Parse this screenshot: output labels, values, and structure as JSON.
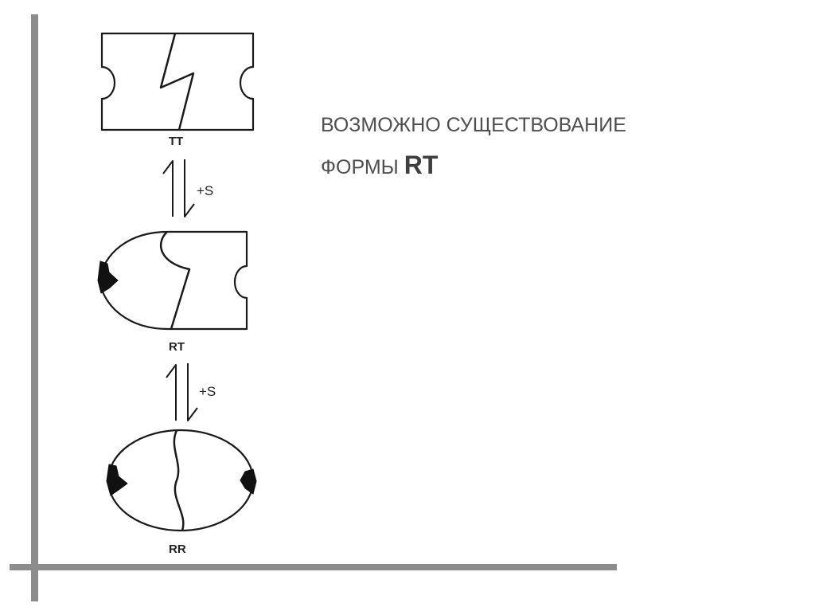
{
  "diagram": {
    "states": [
      {
        "id": "tt",
        "label": "TT"
      },
      {
        "id": "rt",
        "label": "RT"
      },
      {
        "id": "rr",
        "label": "RR"
      }
    ],
    "equilibria": [
      {
        "ligand": "+S"
      },
      {
        "ligand": "+S"
      }
    ]
  },
  "caption": {
    "line1": "ВОЗМОЖНО СУЩЕСТВОВАНИЕ",
    "line2_prefix": "ФОРМЫ",
    "line2_emphasis": "RT"
  }
}
